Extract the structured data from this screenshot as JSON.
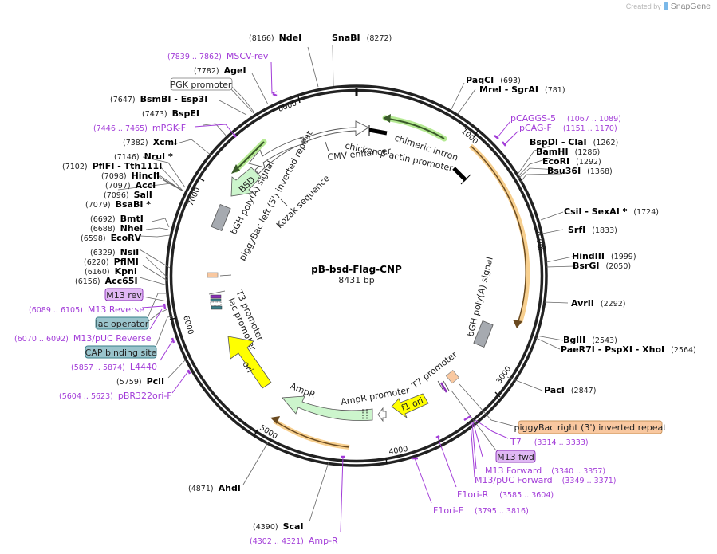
{
  "credit": {
    "prefix": "Created by",
    "brand": "SnapGene"
  },
  "plasmid": {
    "name": "pB-bsd-Flag-CNP",
    "length_label": "8431 bp",
    "length": 8431
  },
  "ticks": [
    "1000",
    "2000",
    "3000",
    "4000",
    "5000",
    "6000",
    "7000",
    "8000"
  ],
  "enzymes": [
    {
      "name": "NdeI",
      "pos": "(8166)"
    },
    {
      "name": "SnaBI",
      "pos": "(8272)"
    },
    {
      "name": "PaqCI",
      "pos": "(693)"
    },
    {
      "name": "MreI  - SgrAI",
      "pos": "(781)"
    },
    {
      "name": "BspDI  - ClaI",
      "pos": "(1262)"
    },
    {
      "name": "BamHI",
      "pos": "(1286)"
    },
    {
      "name": "EcoRI",
      "pos": "(1292)"
    },
    {
      "name": "Bsu36I",
      "pos": "(1368)"
    },
    {
      "name": "CsiI  - SexAI *",
      "pos": "(1724)"
    },
    {
      "name": "SrfI",
      "pos": "(1833)"
    },
    {
      "name": "HindIII",
      "pos": "(1999)"
    },
    {
      "name": "BsrGI",
      "pos": "(2050)"
    },
    {
      "name": "AvrII",
      "pos": "(2292)"
    },
    {
      "name": "BglII",
      "pos": "(2543)"
    },
    {
      "name": "PaeR7I  - PspXI  - XhoI",
      "pos": "(2564)"
    },
    {
      "name": "PacI",
      "pos": "(2847)"
    },
    {
      "name": "ScaI",
      "pos": "(4390)"
    },
    {
      "name": "AhdI",
      "pos": "(4871)"
    },
    {
      "name": "PciI",
      "pos": "(5759)"
    },
    {
      "name": "Acc65I",
      "pos": "(6156)"
    },
    {
      "name": "KpnI",
      "pos": "(6160)"
    },
    {
      "name": "PflMI",
      "pos": "(6220)"
    },
    {
      "name": "NsiI",
      "pos": "(6329)"
    },
    {
      "name": "EcoRV",
      "pos": "(6598)"
    },
    {
      "name": "NheI",
      "pos": "(6688)"
    },
    {
      "name": "BmtI",
      "pos": "(6692)"
    },
    {
      "name": "BsaBI *",
      "pos": "(7079)"
    },
    {
      "name": "SalI",
      "pos": "(7096)"
    },
    {
      "name": "AccI",
      "pos": "(7097)"
    },
    {
      "name": "HincII",
      "pos": "(7098)"
    },
    {
      "name": "PflFI  - Tth111I",
      "pos": "(7102)"
    },
    {
      "name": "NruI *",
      "pos": "(7146)"
    },
    {
      "name": "XcmI",
      "pos": "(7382)"
    },
    {
      "name": "BspEI",
      "pos": "(7473)"
    },
    {
      "name": "BsmBI  - Esp3I",
      "pos": "(7647)"
    },
    {
      "name": "AgeI",
      "pos": "(7782)"
    }
  ],
  "primers": [
    {
      "name": "MSCV-rev",
      "pos": "(7839 .. 7862)"
    },
    {
      "name": "mPGK-F",
      "pos": "(7446 .. 7465)"
    },
    {
      "name": "pCAGGS-5",
      "pos": "(1067 .. 1089)"
    },
    {
      "name": "pCAG-F",
      "pos": "(1151 .. 1170)"
    },
    {
      "name": "T7",
      "pos": "(3314 .. 3333)"
    },
    {
      "name": "M13 Forward",
      "pos": "(3340 .. 3357)"
    },
    {
      "name": "M13/pUC Forward",
      "pos": "(3349 .. 3371)"
    },
    {
      "name": "F1ori-R",
      "pos": "(3585 .. 3604)"
    },
    {
      "name": "F1ori-F",
      "pos": "(3795 .. 3816)"
    },
    {
      "name": "Amp-R",
      "pos": "(4302 .. 4321)"
    },
    {
      "name": "pBR322ori-F",
      "pos": "(5604 .. 5623)"
    },
    {
      "name": "L4440",
      "pos": "(5857 .. 5874)"
    },
    {
      "name": "M13/pUC Reverse",
      "pos": "(6070 .. 6092)"
    },
    {
      "name": "M13 Reverse",
      "pos": "(6089 .. 6105)"
    }
  ],
  "boxed_labels": {
    "pgk_promoter": "PGK promoter",
    "m13_rev": "M13 rev",
    "lac_operator": "lac operator",
    "cap_binding_site": "CAP binding site",
    "m13_fwd": "M13 fwd",
    "piggybac_right": "piggyBac right (3') inverted repeat"
  },
  "features": {
    "chimeric_intron": "chimeric intron",
    "chicken_actin_promoter": "chicken β-actin promoter",
    "cmv_enhancer": "CMV enhancer",
    "bsd": "BSD",
    "bgh_polya_left": "bGH poly(A) signal",
    "piggybac_left": "piggyBac left (5') inverted repeat",
    "kozak": "Kozak sequence",
    "bgh_polya_right": "bGH poly(A) signal",
    "t3_promoter": "T3 promoter",
    "lac_promoter": "lac promoter",
    "ori": "ori",
    "ampr": "AmpR",
    "ampr_promoter": "AmpR promoter",
    "f1_ori": "f1 ori",
    "t7_promoter": "T7 promoter"
  },
  "colors": {
    "primer": "#a23cd8",
    "orf_green": "#ccf5cc",
    "ori_yellow": "#ffff00",
    "orange_arc": "#f4c57a",
    "green_arc": "#a6e07a",
    "gray_feature": "#a6aab0",
    "peach_box": "#f9c8a0",
    "teal_box": "#9ac4cc",
    "purple_box": "#e0b8f4"
  }
}
